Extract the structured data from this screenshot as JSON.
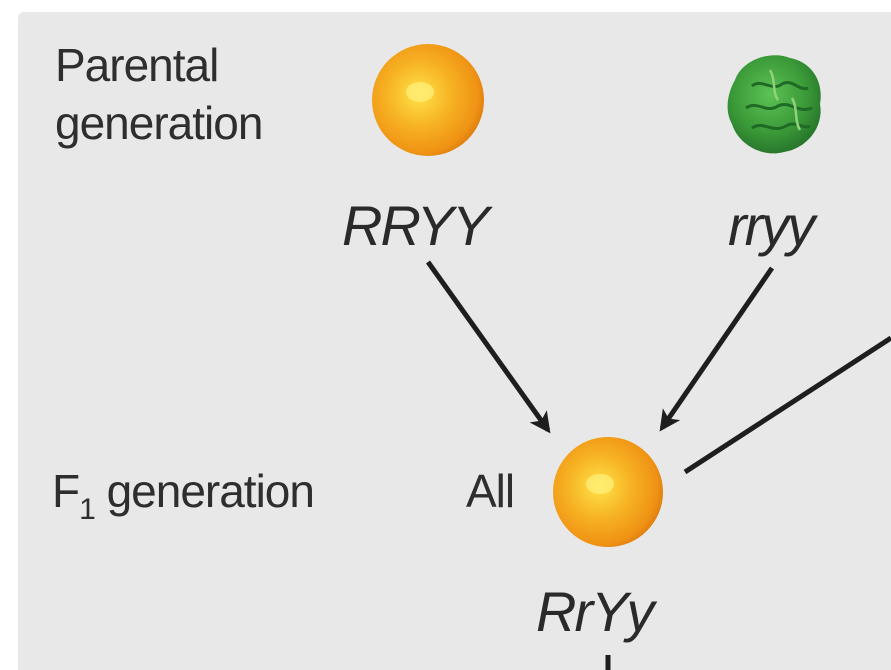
{
  "diagram": {
    "parental_label_line1": "Parental",
    "parental_label_line2": "generation",
    "f1_label_prefix": "F",
    "f1_label_subscript": "1",
    "f1_label_suffix": " generation",
    "f1_all": "All",
    "parent1_genotype": "RRYY",
    "parent2_genotype": "rryy",
    "f1_genotype": "RrYy",
    "parent1_seed": "yellow-round-pea-icon",
    "parent2_seed": "green-wrinkled-pea-icon",
    "f1_seed": "yellow-round-pea-icon"
  },
  "colors": {
    "background": "#e8e8e8",
    "yellow_pea": "#f0a21e",
    "yellow_pea_highlight": "#ffd23a",
    "green_pea": "#3c9a3a",
    "arrow": "#1e1e1e",
    "text": "#2e2e2e"
  }
}
